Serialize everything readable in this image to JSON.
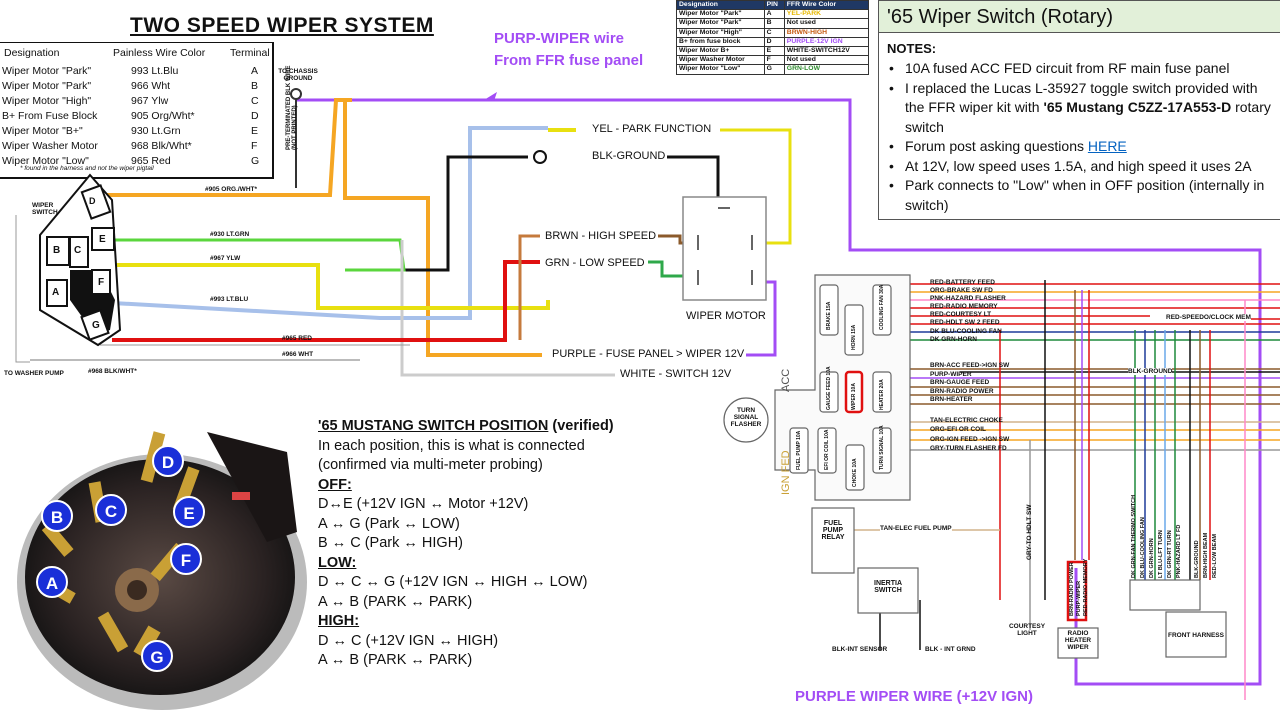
{
  "title": "TWO SPEED WIPER SYSTEM",
  "terminal_table": {
    "headers": {
      "designation": "Designation",
      "color": "Painless Wire Color",
      "terminal": "Terminal"
    },
    "rows": [
      {
        "designation": "Wiper Motor \"Park\"",
        "color": "993 Lt.Blu",
        "terminal": "A"
      },
      {
        "designation": "Wiper Motor \"Park\"",
        "color": "966 Wht",
        "terminal": "B"
      },
      {
        "designation": "Wiper Motor \"High\"",
        "color": "967 Ylw",
        "terminal": "C"
      },
      {
        "designation": "B+ From Fuse Block",
        "color": "905 Org/Wht*",
        "terminal": "D"
      },
      {
        "designation": "Wiper Motor \"B+\"",
        "color": "930 Lt.Grn",
        "terminal": "E"
      },
      {
        "designation": "Wiper Washer Motor",
        "color": "968 Blk/Wht*",
        "terminal": "F"
      },
      {
        "designation": "Wiper Motor \"Low\"",
        "color": "965 Red",
        "terminal": "G"
      }
    ],
    "footnote": "* found in the harness and not the wiper pigtail"
  },
  "ffr_table": {
    "headers": [
      "Designation",
      "PIN",
      "FFR Wire Color"
    ],
    "rows": [
      [
        "Wiper Motor \"Park\"",
        "A",
        "YEL-PARK"
      ],
      [
        "Wiper Motor \"Park\"",
        "B",
        "Not used"
      ],
      [
        "Wiper Motor \"High\"",
        "C",
        "BRWN-HIGH"
      ],
      [
        "B+ from fuse block",
        "D",
        "PURPLE-12V IGN"
      ],
      [
        "Wiper Motor B+",
        "E",
        "WHITE-SWITCH12V"
      ],
      [
        "Wiper Washer Motor",
        "F",
        "Not used"
      ],
      [
        "Wiper Motor \"Low\"",
        "G",
        "GRN-LOW"
      ]
    ],
    "row_colors": [
      "#e6b800",
      "#111111",
      "#c55a11",
      "#a34df5",
      "#111111",
      "#111111",
      "#2e8b2e"
    ]
  },
  "notes": {
    "panel_title": "'65 Wiper Switch (Rotary)",
    "heading": "NOTES:",
    "items": [
      "10A fused ACC FED circuit from RF main fuse panel",
      "I replaced the Lucas L-35927 toggle switch provided with the FFR wiper kit with ",
      "Forum post asking questions ",
      "At 12V, low speed uses 1.5A, and high speed it uses 2A",
      "Park connects to \"Low\" when in OFF position (internally in switch)"
    ],
    "bold_part": "'65 Mustang C5ZZ-17A553-D",
    "bold_suffix": " rotary switch",
    "link_text": "HERE"
  },
  "annotations": {
    "purp_wiper_top_1": "PURP-WIPER wire",
    "purp_wiper_top_2": "From FFR fuse panel",
    "purple_wiper_bottom": "PURPLE WIPER WIRE (+12V IGN)"
  },
  "wiring": {
    "to_chassis_ground": "TO CHASSIS GROUND",
    "pre_terminated": "PRE-TERMINATED BLK WIRE (NOT PRINTED)",
    "wiper_switch": "WIPER SWITCH",
    "to_washer_pump": "TO WASHER PUMP",
    "wire_905": "#905 ORG./WHT*",
    "wire_930": "#930 LT.GRN",
    "wire_967": "#967 YLW",
    "wire_993": "#993 LT.BLU",
    "wire_965": "#965 RED",
    "wire_966": "#966 WHT",
    "wire_968": "#968 BLK/WHT*",
    "yel_park": "YEL - PARK FUNCTION",
    "blk_ground": "BLK-GROUND",
    "brwn_high": "BRWN - HIGH SPEED",
    "grn_low": "GRN - LOW SPEED",
    "wiper_motor": "WIPER MOTOR",
    "purple_fuse": "PURPLE - FUSE PANEL > WIPER 12V",
    "white_switch": "WHITE - SWITCH 12V",
    "switch_terminals": [
      "D",
      "B",
      "C",
      "E",
      "A",
      "F",
      "G"
    ]
  },
  "positions": {
    "title": "'65 MUSTANG SWITCH POSITION",
    "title_suffix": " (verified)",
    "intro_1": "In each position, this is what is connected",
    "intro_2": "(confirmed via multi-meter probing)",
    "off_head": "OFF:",
    "off_lines": [
      "D↔E (+12V IGN ↔ Motor +12V)",
      "A ↔ G (Park ↔ LOW)",
      "B ↔ C (Park ↔ HIGH)"
    ],
    "low_head": "LOW:",
    "low_lines": [
      "D ↔ C ↔ G (+12V IGN ↔ HIGH ↔ LOW)",
      "A ↔ B (PARK ↔ PARK)"
    ],
    "high_head": "HIGH:",
    "high_lines": [
      "D ↔ C (+12V IGN ↔ HIGH)",
      "A ↔ B (PARK ↔ PARK)"
    ]
  },
  "photo_terminals": [
    "D",
    "B",
    "C",
    "E",
    "A",
    "F",
    "G"
  ],
  "fuse_panel": {
    "right_labels": [
      "RED-BATTERY FEED",
      "ORG-BRAKE SW FD",
      "PNK-HAZARD FLASHER",
      "RED-RADIO MEMORY",
      "RED-COURTESY LT",
      "RED-HDLT SW 2 FEED",
      "DK BLU-COOLING FAN",
      "DK GRN-HORN",
      "BRN-ACC FEED->IGN SW",
      "PURP-WIPER",
      "BRN-GAUGE FEED",
      "BRN-RADIO POWER",
      "BRN-HEATER",
      "TAN-ELECTRIC CHOKE",
      "ORG-EFI OR COIL",
      "ORG-IGN FEED ->IGN SW",
      "GRY-TURN FLASHER FD"
    ],
    "red_speedo": "RED-SPEEDO/CLOCK MEM",
    "blk_ground": "BLK-GROUND",
    "acc": "ACC",
    "ign_fed": "IGN FED",
    "turn_signal": "TURN SIGNAL FLASHER",
    "fuel_pump_relay": "FUEL PUMP RELAY",
    "tan_fuel": "TAN-ELEC FUEL PUMP",
    "inertia": "INERTIA SWITCH",
    "blk_int_sensor": "BLK-INT SENSOR",
    "blk_int_grnd": "BLK - INT GRND",
    "gry_hdlt": "GRY-TO HDLT SW",
    "courtesy_light": "COURTESY LIGHT",
    "radio_heater": "RADIO HEATER WIPER",
    "front_harness": "FRONT HARNESS",
    "fuses_top": [
      "BRAKE 15A",
      "HORN 15A",
      "COOLING FAN 30A"
    ],
    "fuses_acc": [
      "GAUGE FEED 10A",
      "WIPER 10A",
      "HEATER 20A"
    ],
    "fuses_ign": [
      "FUEL PUMP 10A",
      "EFI OR COIL 10A",
      "CHOKE 10A",
      "TURN SIGNAL 10A"
    ],
    "vertical_bottom": [
      "DK GRN-FAN THERMO SWITCH",
      "DK BLU-COOLING FAN",
      "DK GRN-HORN",
      "LT BLU-LFT TURN",
      "DK GRN-RT TURN",
      "PNK-HAZARD LT FD",
      "BLK-GROUND",
      "BRN-HIGH BEAM",
      "RED-LOW BEAM"
    ],
    "vertical_mid": [
      "BRN-RADIO POWER",
      "PURP-WIPER",
      "RED-RADIO MEMORY"
    ]
  }
}
